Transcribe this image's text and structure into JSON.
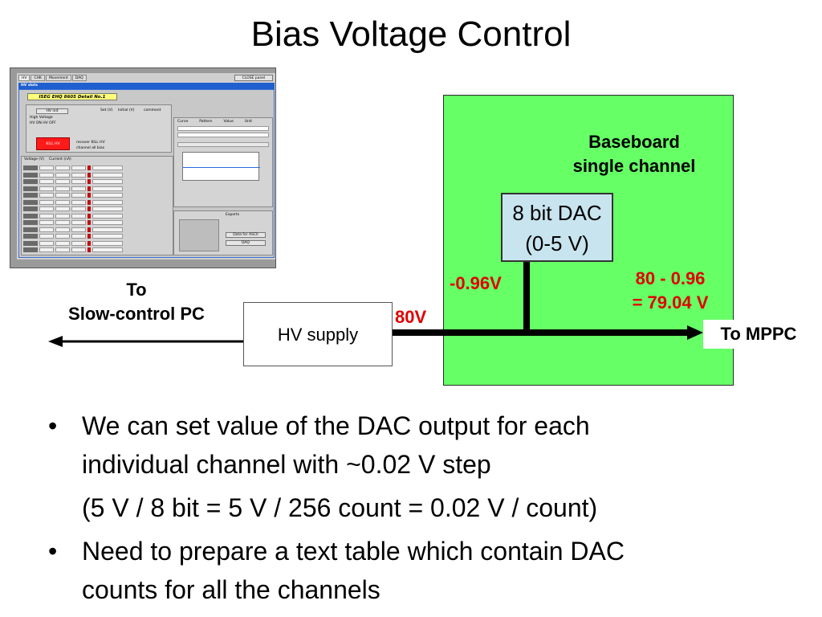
{
  "slide": {
    "title": "Bias Voltage Control"
  },
  "hv_panel": {
    "tabs": [
      "HV",
      "CHK",
      "Movement",
      "DAQ"
    ],
    "close_label": "CLOSE panel",
    "header": "HV slots",
    "detail_title": "ISEG EHQ 8605 Detail No.1",
    "ctrl_labels": [
      "HV init",
      "High Voltage",
      "HV ON  HV OFF",
      "KILL HV",
      "recover KILL HV",
      "channel all bias"
    ],
    "table_headers": [
      "Voltage (V)",
      "Current (nA)",
      "Set (V)",
      "Initial (V)",
      "comment"
    ],
    "graph_headers": [
      "Curve",
      "Pattern",
      "Value",
      "Unit"
    ],
    "export_labels": [
      "Exports",
      "Data for ASCII",
      "DAQ"
    ]
  },
  "diagram": {
    "to_pc": [
      "To",
      "Slow-control PC"
    ],
    "hv_supply": "HV supply",
    "hv_voltage": "80V",
    "baseboard": [
      "Baseboard",
      "single channel"
    ],
    "dac": [
      "8 bit DAC",
      "(0-5 V)"
    ],
    "dac_output": "-0.96V",
    "result": [
      "80 - 0.96",
      "= 79.04 V"
    ],
    "to_mppc": "To MPPC",
    "colors": {
      "board": "#66ff66",
      "dac": "#c8e4ee",
      "highlight": "#e00000"
    }
  },
  "bullets": {
    "b1_line1": "We can set value of the DAC output for each",
    "b1_line2": "individual channel with ~0.02 V step",
    "b1_sub": "(5 V / 8 bit = 5 V / 256 count = 0.02 V / count)",
    "b2_line1": "Need to prepare a text table which contain DAC",
    "b2_line2": "counts for all the channels",
    "marker": "•"
  }
}
